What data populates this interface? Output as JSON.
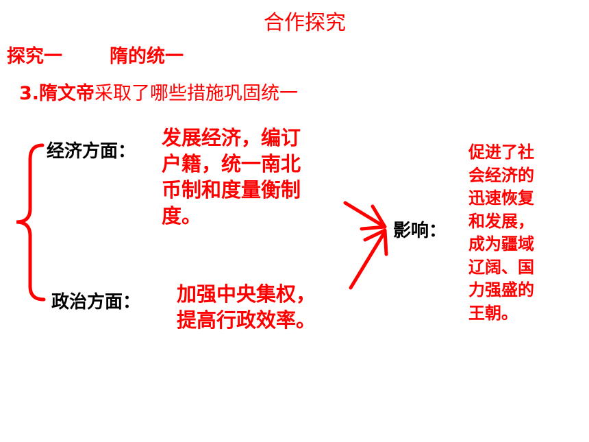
{
  "title": "合作探究",
  "heading": {
    "left": "探究一",
    "right": "隋的统一"
  },
  "question": {
    "number_subject": "3.隋文帝",
    "rest": "采取了哪些措施巩固统一"
  },
  "labels": {
    "economy": "经济方面：",
    "politics": "政治方面：",
    "impact": "影响："
  },
  "economy_measures": [
    "发展经济，编订",
    "户籍，统一南北",
    "币制和度量衡制",
    "度。"
  ],
  "politics_measures": [
    "加强中央集权，",
    "提高行政效率。"
  ],
  "impact_text": [
    "促进了社",
    "会经济的",
    "迅速恢复",
    "和发展，",
    "成为疆域",
    "辽阔、国",
    "力强盛的",
    "王朝。"
  ],
  "colors": {
    "accent": "#ff0000",
    "text": "#000000"
  }
}
